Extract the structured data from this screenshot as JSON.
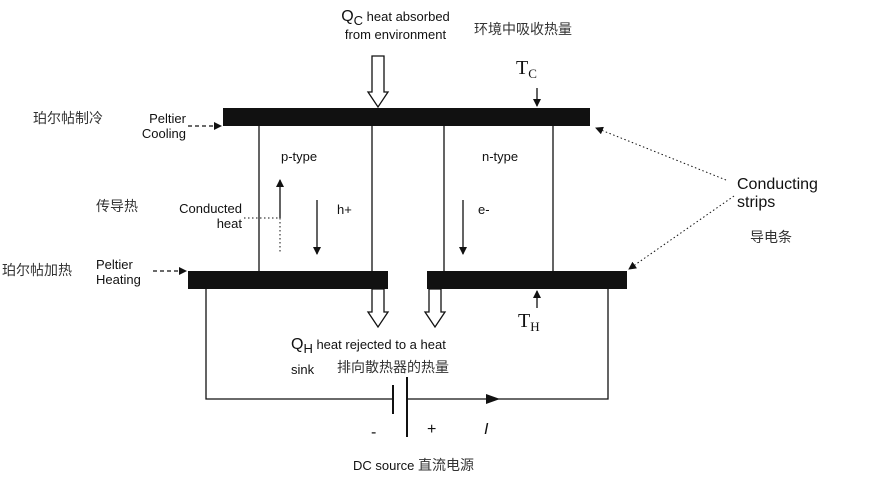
{
  "qc": {
    "symbol": "Q",
    "subscript": "C",
    "line1": " heat absorbed",
    "line2": "from environment",
    "cn": "环境中吸收热量"
  },
  "tc": {
    "symbol": "T",
    "subscript": "C"
  },
  "th": {
    "symbol": "T",
    "subscript": "H"
  },
  "cooling": {
    "cn": "珀尔帖制冷",
    "line1": "Peltier",
    "line2": "Cooling"
  },
  "heating": {
    "cn": "珀尔帖加热",
    "line1": "Peltier",
    "line2": "Heating"
  },
  "conducted": {
    "cn": "传导热",
    "line1": "Conducted",
    "line2": "heat"
  },
  "ptype": "p-type",
  "ntype": "n-type",
  "hplus": "h+",
  "eminus": "e-",
  "strips": {
    "line1": "Conducting",
    "line2": "strips",
    "cn": "导电条"
  },
  "qh": {
    "symbol": "Q",
    "subscript": "H",
    "line1": " heat rejected to a heat",
    "line2": "sink",
    "cn": "排向散热器的热量"
  },
  "source": {
    "minus": "-",
    "plus": "+",
    "current": "I",
    "label": "DC source",
    "cn": "直流电源"
  }
}
